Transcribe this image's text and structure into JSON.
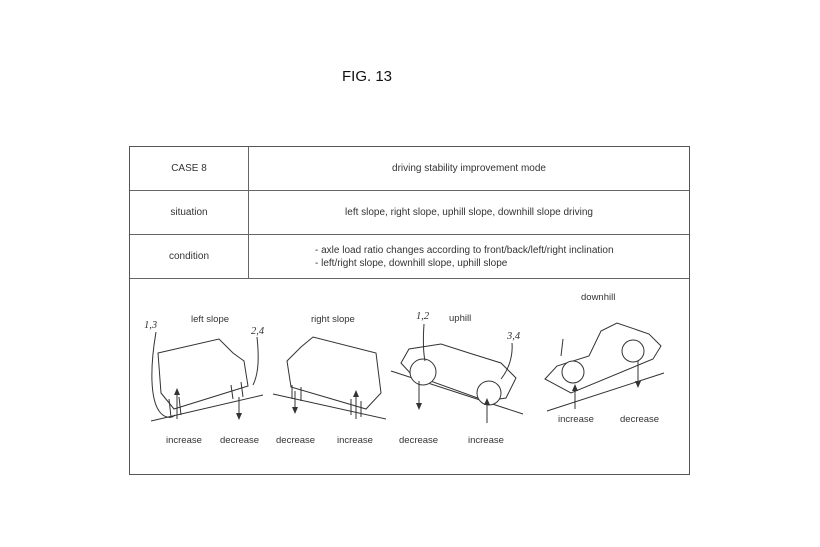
{
  "figure_title": "FIG. 13",
  "table": {
    "case": {
      "label": "CASE 8",
      "value": "driving stability improvement mode"
    },
    "situation": {
      "label": "situation",
      "value": "left slope, right slope, uphill slope, downhill slope driving"
    },
    "condition": {
      "label": "condition",
      "lines": [
        "- axle load ratio changes according to front/back/left/right inclination",
        "- left/right slope, downhill slope, uphill slope"
      ]
    }
  },
  "illustrations": {
    "left_slope": {
      "title": "left slope",
      "ref_left": "1,3",
      "ref_right": "2,4",
      "label_left": "increase",
      "label_right": "decrease"
    },
    "right_slope": {
      "title": "right slope",
      "label_left": "decrease",
      "label_right": "increase"
    },
    "uphill": {
      "title": "uphill",
      "ref_left": "1,2",
      "ref_right": "3,4",
      "label_left": "decrease",
      "label_right": "increase"
    },
    "downhill": {
      "title": "downhill",
      "label_left": "increase",
      "label_right": "decrease"
    }
  }
}
